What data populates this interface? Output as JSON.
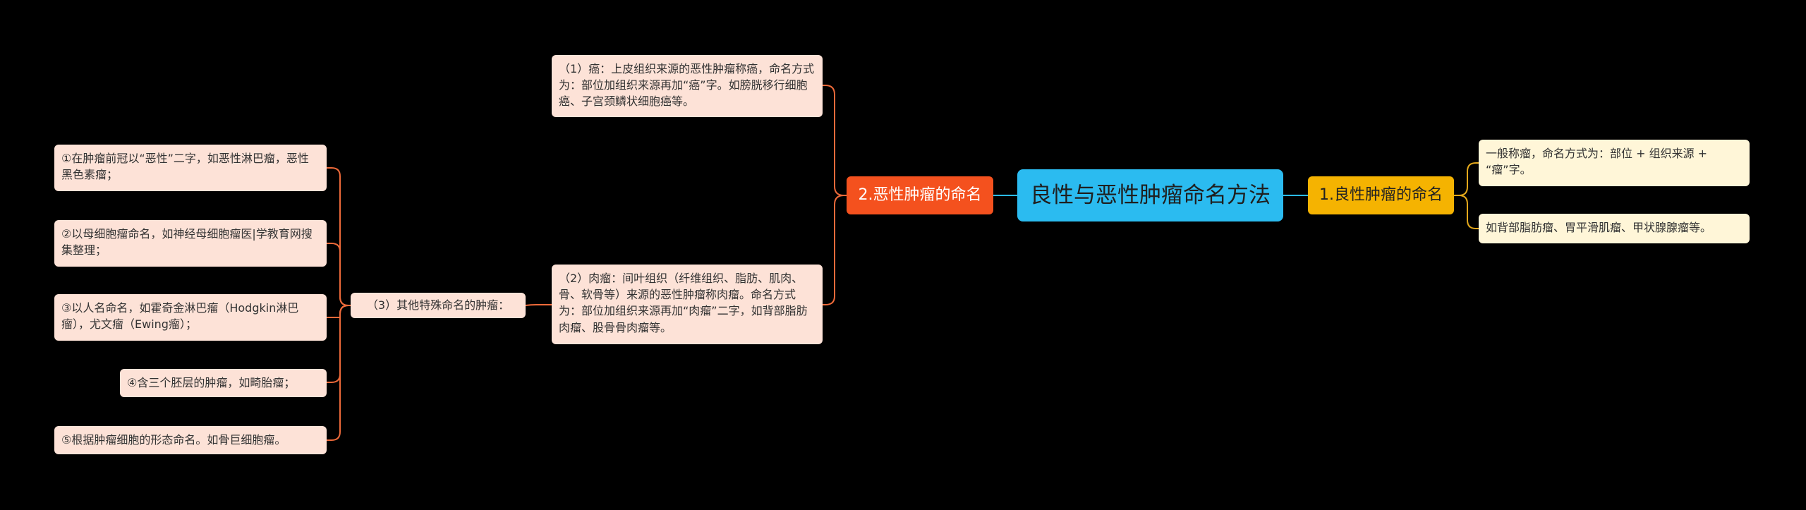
{
  "root": {
    "label": "良性与恶性肿瘤命名方法"
  },
  "benign": {
    "label": "1.良性肿瘤的命名",
    "items": [
      "一般称瘤，命名方式为：部位 + 组织来源 + “瘤”字。",
      "如背部脂肪瘤、胃平滑肌瘤、甲状腺腺瘤等。"
    ]
  },
  "malignant": {
    "label": "2.恶性肿瘤的命名",
    "items": [
      "（1）癌：上皮组织来源的恶性肿瘤称癌，命名方式为：部位加组织来源再加“癌”字。如膀胱移行细胞癌、子宫颈鳞状细胞癌等。",
      "（2）肉瘤：间叶组织（纤维组织、脂肪、肌肉、骨、软骨等）来源的恶性肿瘤称肉瘤。命名方式为：部位加组织来源再加“肉瘤”二字，如背部脂肪肉瘤、股骨骨肉瘤等。"
    ],
    "special": {
      "label": "（3）其他特殊命名的肿瘤：",
      "items": [
        "①在肿瘤前冠以“恶性”二字，如恶性淋巴瘤，恶性黑色素瘤；",
        "②以母细胞瘤命名，如神经母细胞瘤医|学教育网搜集整理；",
        "③以人名命名，如霍奇金淋巴瘤（Hodgkin淋巴瘤），尤文瘤（Ewing瘤）；",
        "④含三个胚层的肿瘤，如畸胎瘤；",
        "⑤根据肿瘤细胞的形态命名。如骨巨细胞瘤。"
      ]
    }
  },
  "colors": {
    "root": "#2bbbf0",
    "benign_branch": "#f5b301",
    "malignant_branch": "#f4511e",
    "benign_leaf": "#fff6d8",
    "malignant_leaf": "#fde2d7",
    "background": "#000000"
  }
}
